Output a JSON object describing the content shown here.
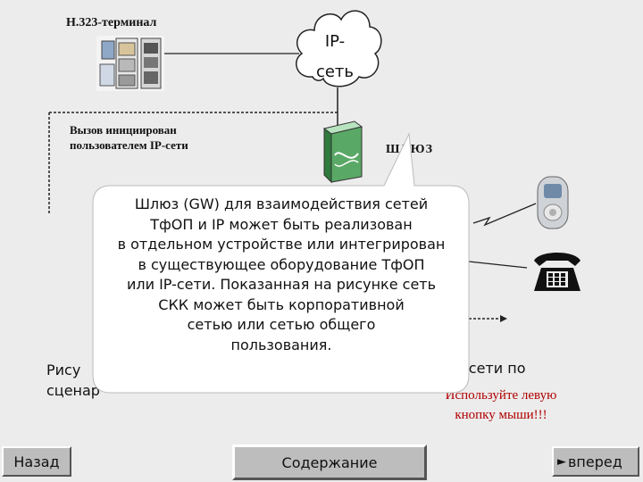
{
  "diagram": {
    "terminal_label": "H.323-терминал",
    "network_label": "IP-\nсеть",
    "call_label": "Вызов инициирован\nпользователем IP-сети",
    "gateway_label": "ШЛЮЗ",
    "callout": "Шлюз (GW) для взаимодействия сетей\nТфОП и IP  может быть реализован\nв отдельном устройстве или интегрирован\nв существующее оборудование ТфОП\nили IP-сети. Показанная на рисунке сеть\nСКК может быть корпоративной\nсетью или сетью общего\nпользования.",
    "caption_left": "Рису\nсценар",
    "caption_right": "IP-сети по",
    "hint": "Используйте левую\nкнопку мыши!!!"
  },
  "nav": {
    "back_label": "Назад",
    "contents_label": "Содержание",
    "forward_label": "вперед",
    "forward_arrow": "►"
  },
  "colors": {
    "background": "#ececec",
    "hint": "#b00000",
    "callout_fill": "#ffffff",
    "button_face": "#bdbdbd"
  },
  "icons": [
    "terminal-icon",
    "cloud-icon",
    "gateway-icon",
    "mobile-phone-icon",
    "telephone-icon"
  ]
}
